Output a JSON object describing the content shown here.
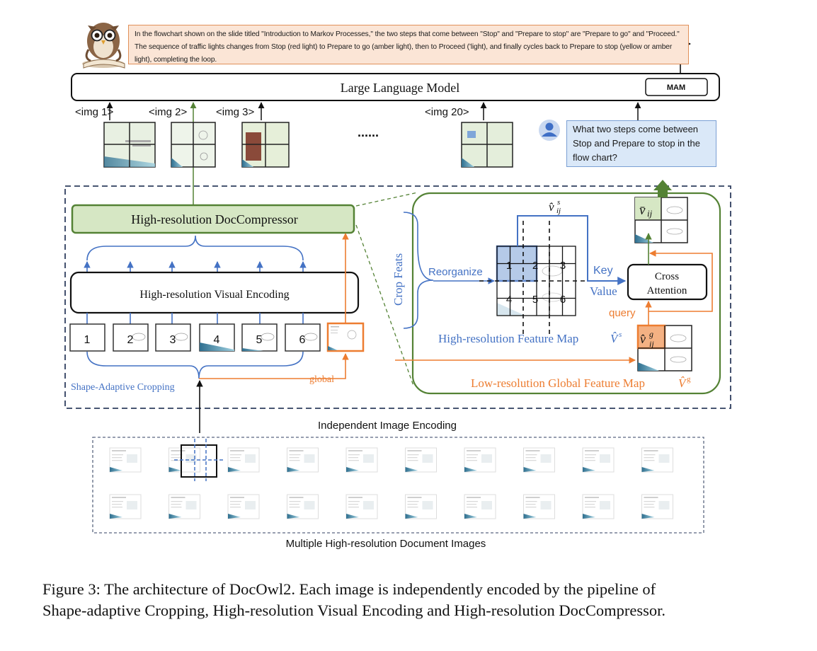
{
  "figure": {
    "caption_line1": "Figure 3: The architecture of DocOwl2. Each image is independently encoded by the pipeline of",
    "caption_line2": "Shape-adaptive Cropping, High-resolution Visual Encoding and High-resolution DocCompressor."
  },
  "answer": {
    "icon": "owl-reading-book-icon",
    "text": "In the flowchart shown on the slide titled \"Introduction to Markov Processes,\" the two steps that come between \"Stop\" and \"Prepare to stop\" are \"Prepare to go\" and \"Proceed.\" The sequence of traffic lights changes from Stop (red light) to Prepare to go (amber light), then to Proceed ('light), and finally cycles back to Prepare to stop (yellow or amber light), completing the loop."
  },
  "llm": {
    "label": "Large Language Model",
    "module_label": "MAM"
  },
  "image_tokens": [
    "<img 1>",
    "<img 2>",
    "<img 3>",
    "<img 20>"
  ],
  "ellipsis": "......",
  "question": {
    "icon": "user-avatar-icon",
    "text": "What two steps come between Stop and Prepare to stop in the flow chart?"
  },
  "pipeline": {
    "compressor_label": "High-resolution DocCompressor",
    "encoder_label": "High-resolution Visual Encoding",
    "crop_numbers": [
      "1",
      "2",
      "3",
      "4",
      "5",
      "6"
    ],
    "cropping_label": "Shape-Adaptive Cropping",
    "global_label": "global"
  },
  "compressor_detail": {
    "crop_feats_label": "Crop Feats",
    "reorganize_label": "Reorganize",
    "grid_numbers": [
      "1",
      "2",
      "3",
      "4",
      "5",
      "6"
    ],
    "v_hat_s": "v̂",
    "v_hat_s_sup": "s",
    "v_hat_s_sub": "ij",
    "key_label": "Key",
    "value_label": "Value",
    "cross_attention_line1": "Cross",
    "cross_attention_line2": "Attention",
    "query_label": "query",
    "v_bar": "v̄",
    "v_bar_sub": "ij",
    "v_hat_g": "v̂",
    "v_hat_g_sup": "g",
    "v_hat_g_sub": "ij",
    "hr_map_label": "High-resolution Feature Map",
    "hr_map_symbol": "V̂",
    "hr_map_sup": "s",
    "lr_map_label": "Low-resolution Global Feature Map",
    "lr_map_symbol": "V̂",
    "lr_map_sup": "g"
  },
  "independent_label": "Independent Image Encoding",
  "documents_label": "Multiple High-resolution Document Images",
  "documents_count": 20,
  "colors": {
    "blue": "#4472c4",
    "orange": "#ed7d31",
    "green": "#548235",
    "green_fill": "#d6e7c4",
    "navy_dash": "#2f3e5e",
    "answer_fill": "#fbe5d6",
    "question_fill": "#dae8f8"
  }
}
